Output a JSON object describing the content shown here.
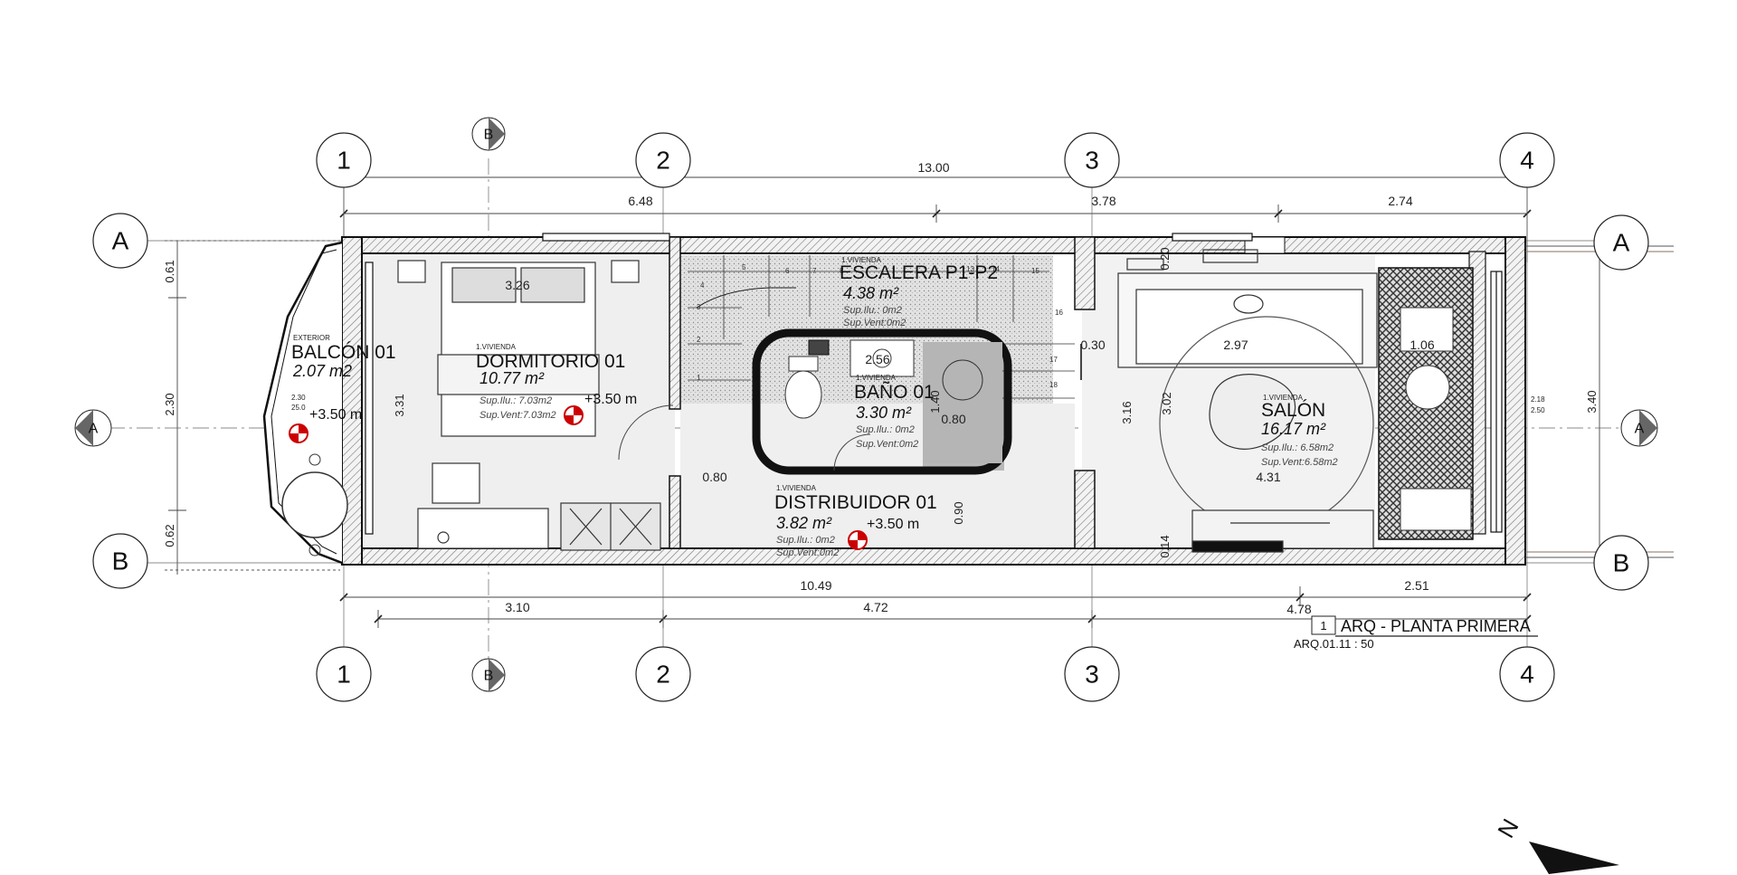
{
  "grid": {
    "columns": [
      "1",
      "2",
      "3",
      "4"
    ],
    "rows": [
      "A",
      "B"
    ],
    "sections": [
      "A",
      "B"
    ]
  },
  "dimensions": {
    "overall": "13.00",
    "top": [
      "6.48",
      "3.78",
      "2.74"
    ],
    "bottom_a": [
      "10.49",
      "2.51"
    ],
    "bottom_b": [
      "3.10",
      "4.72",
      "4.78"
    ],
    "left": [
      "0.61",
      "2.30",
      "0.62"
    ],
    "right": "3.40",
    "right_small": [
      "2.18",
      "2.50"
    ],
    "balcony_small": [
      "2.30",
      "25.0"
    ],
    "interior": {
      "dorm_width": "3.26",
      "dorm_height": "3.31",
      "bath_width": "2.56",
      "bath_v": "1.40",
      "bath_sink": "0.80",
      "dist_w": "0.80",
      "dist_h": "0.90",
      "stair_gap": "0.30",
      "salon_w": "2.97",
      "salon_h1": "3.16",
      "salon_h2": "3.02",
      "salon_top": "0.20",
      "salon_bot": "0.14",
      "salon_w2": "4.31",
      "terrace_w": "1.06"
    }
  },
  "rooms": {
    "balcon": {
      "tag": "EXTERIOR",
      "name": "BALCÓN  01",
      "area": "2.07  m2",
      "level": "+3.50  m"
    },
    "dorm": {
      "tag": "1.VIVIENDA",
      "name": "DORMITORIO  01",
      "area": "10.77  m²",
      "level": "+3.50  m",
      "lum": "Sup.Ilu.:  7.03m2",
      "vent": "Sup.Vent:7.03m2"
    },
    "escalera": {
      "tag": "1.VIVIENDA",
      "name": "ESCALERA  P1-P2",
      "area": "4.38  m²",
      "lum": "Sup.Ilu.:  0m2",
      "vent": "Sup.Vent:0m2"
    },
    "bano": {
      "tag": "1.VIVIENDA",
      "name": "BAÑO  01",
      "area": "3.30  m²",
      "lum": "Sup.Ilu.:  0m2",
      "vent": "Sup.Vent:0m2"
    },
    "dist": {
      "tag": "1.VIVIENDA",
      "name": "DISTRIBUIDOR  01",
      "area": "3.82  m²",
      "level": "+3.50  m",
      "lum": "Sup.Ilu.:  0m2",
      "vent": "Sup.Vent:0m2"
    },
    "salon": {
      "tag": "1.VIVIENDA",
      "name": "SALÓN",
      "area": "16.17  m²",
      "lum": "Sup.Ilu.:  6.58m2",
      "vent": "Sup.Vent:6.58m2"
    }
  },
  "stairs": [
    "1",
    "2",
    "3",
    "4",
    "5",
    "6",
    "7",
    "8",
    "13",
    "14",
    "15",
    "16",
    "17",
    "18"
  ],
  "sheet": {
    "view_number": "1",
    "title": "ARQ - PLANTA PRIMERA",
    "ref": "ARQ.01.11 : 50"
  },
  "north": "N"
}
